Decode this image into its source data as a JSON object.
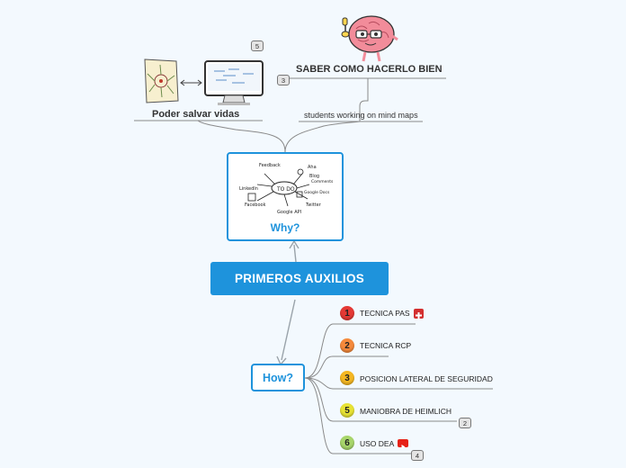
{
  "central_topic": "PRIMEROS AUXILIOS",
  "why": {
    "label": "Why?",
    "sketch_words": [
      "Feedback",
      "Aha",
      "Blog",
      "Comments",
      "Google Docs",
      "LinkedIn",
      "Twitter",
      "Facebook",
      "Google API",
      "TO DO"
    ]
  },
  "how": {
    "label": "How?"
  },
  "topics": {
    "saber": {
      "label": "SABER COMO HACERLO BIEN",
      "badge": "3",
      "icon": "brain-mascot-icon"
    },
    "poder": {
      "label": "Poder salvar vidas",
      "badge": "5",
      "icon": "paper-and-monitor-icon"
    },
    "students": {
      "label": "students working on mind maps"
    }
  },
  "how_items": [
    {
      "number": "1",
      "label": "TECNICA PAS",
      "color": "#e53935",
      "icon": "red-cross-icon",
      "badge": ""
    },
    {
      "number": "2",
      "label": "TECNICA RCP",
      "color": "#f58a3c",
      "icon": "",
      "badge": ""
    },
    {
      "number": "3",
      "label": "POSICION LATERAL DE SEGURIDAD",
      "color": "#f5b722",
      "icon": "",
      "badge": ""
    },
    {
      "number": "5",
      "label": "MANIOBRA DE  HEIMLICH",
      "color": "#e7e234",
      "icon": "",
      "badge": "2"
    },
    {
      "number": "6",
      "label": "USO DEA",
      "color": "#a8d66b",
      "icon": "youtube-icon",
      "badge": "4"
    }
  ],
  "colors": {
    "accent": "#1e93dc",
    "background": "#f3f9fe",
    "line": "#8a8a8a"
  }
}
